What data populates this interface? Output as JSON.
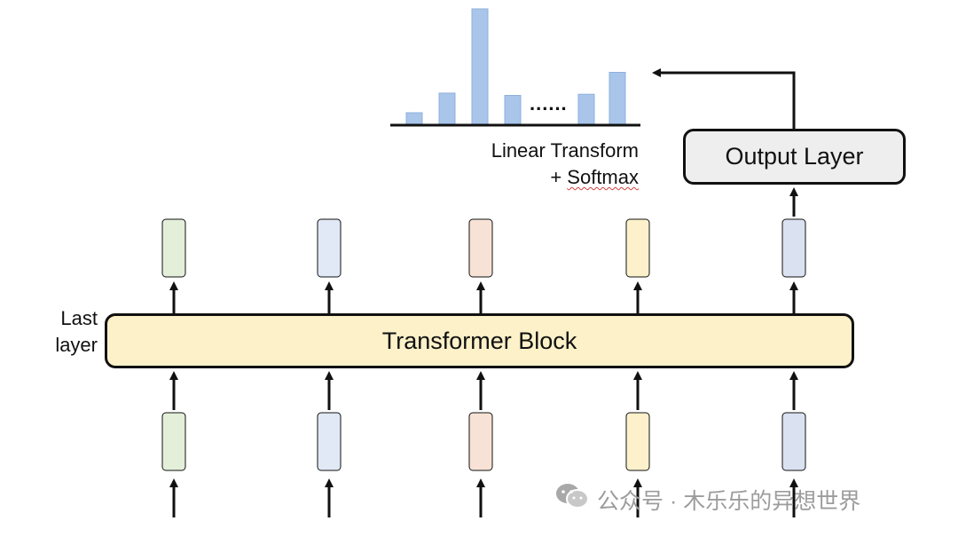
{
  "labels": {
    "transformer_block": "Transformer Block",
    "output_layer": "Output Layer",
    "last_layer_line1": "Last",
    "last_layer_line2": "layer",
    "linear_line1": "Linear Transform",
    "linear_line2_prefix": "+ ",
    "linear_line2_word": "Softmax",
    "dots": "......",
    "watermark": "公众号 · 木乐乐的异想世界"
  },
  "colors": {
    "block_fill": "#fcf1c8",
    "output_fill": "#eeeeee",
    "bar_fill": "#a9c5ea",
    "stroke": "#111111",
    "token_colors": [
      "#e3efd9",
      "#e0e9f5",
      "#f7e2d5",
      "#fdf1cc",
      "#dae1f1"
    ]
  },
  "icons": {
    "watermark_icon": "wechat-icon"
  },
  "distribution": {
    "values": [
      0.1,
      0.27,
      1.0,
      0.25,
      0.26,
      0.45
    ]
  }
}
